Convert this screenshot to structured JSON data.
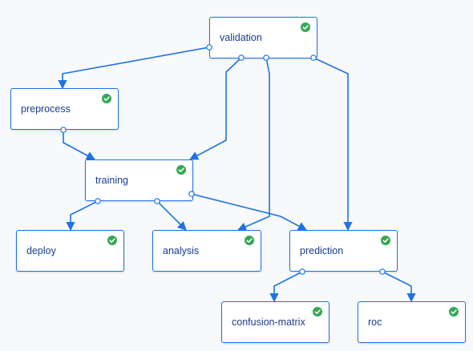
{
  "colors": {
    "accent": "#1a73e8",
    "success": "#34a853",
    "label": "#1a3b8f",
    "background": "#f8f9fa"
  },
  "graph": {
    "nodes": [
      {
        "id": "validation",
        "label": "validation",
        "status_icon": "check-circle-icon"
      },
      {
        "id": "preprocess",
        "label": "preprocess",
        "status_icon": "check-circle-icon"
      },
      {
        "id": "training",
        "label": "training",
        "status_icon": "check-circle-icon"
      },
      {
        "id": "deploy",
        "label": "deploy",
        "status_icon": "check-circle-icon"
      },
      {
        "id": "analysis",
        "label": "analysis",
        "status_icon": "check-circle-icon"
      },
      {
        "id": "prediction",
        "label": "prediction",
        "status_icon": "check-circle-icon"
      },
      {
        "id": "confusion_matrix",
        "label": "confusion-matrix",
        "status_icon": "check-circle-icon"
      },
      {
        "id": "roc",
        "label": "roc",
        "status_icon": "check-circle-icon"
      }
    ],
    "edges": [
      {
        "from": "validation",
        "to": "preprocess"
      },
      {
        "from": "validation",
        "to": "training"
      },
      {
        "from": "validation",
        "to": "analysis"
      },
      {
        "from": "validation",
        "to": "prediction"
      },
      {
        "from": "preprocess",
        "to": "training"
      },
      {
        "from": "training",
        "to": "deploy"
      },
      {
        "from": "training",
        "to": "analysis"
      },
      {
        "from": "training",
        "to": "prediction"
      },
      {
        "from": "prediction",
        "to": "confusion_matrix"
      },
      {
        "from": "prediction",
        "to": "roc"
      }
    ]
  }
}
